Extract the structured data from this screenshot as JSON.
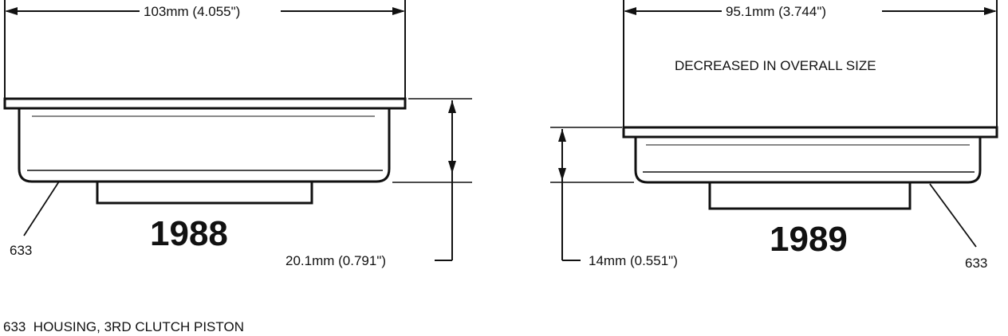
{
  "left_part": {
    "width_label": "103mm (4.055\")",
    "height_label": "20.1mm (0.791\")",
    "year": "1988",
    "callout": "633"
  },
  "right_part": {
    "width_label": "95.1mm (3.744\")",
    "height_label": "14mm (0.551\")",
    "note": "DECREASED IN OVERALL SIZE",
    "year": "1989",
    "callout": "633"
  },
  "legend": {
    "text": "633  HOUSING, 3RD CLUTCH PISTON"
  },
  "colors": {
    "ink": "#111111",
    "paper": "#ffffff"
  }
}
